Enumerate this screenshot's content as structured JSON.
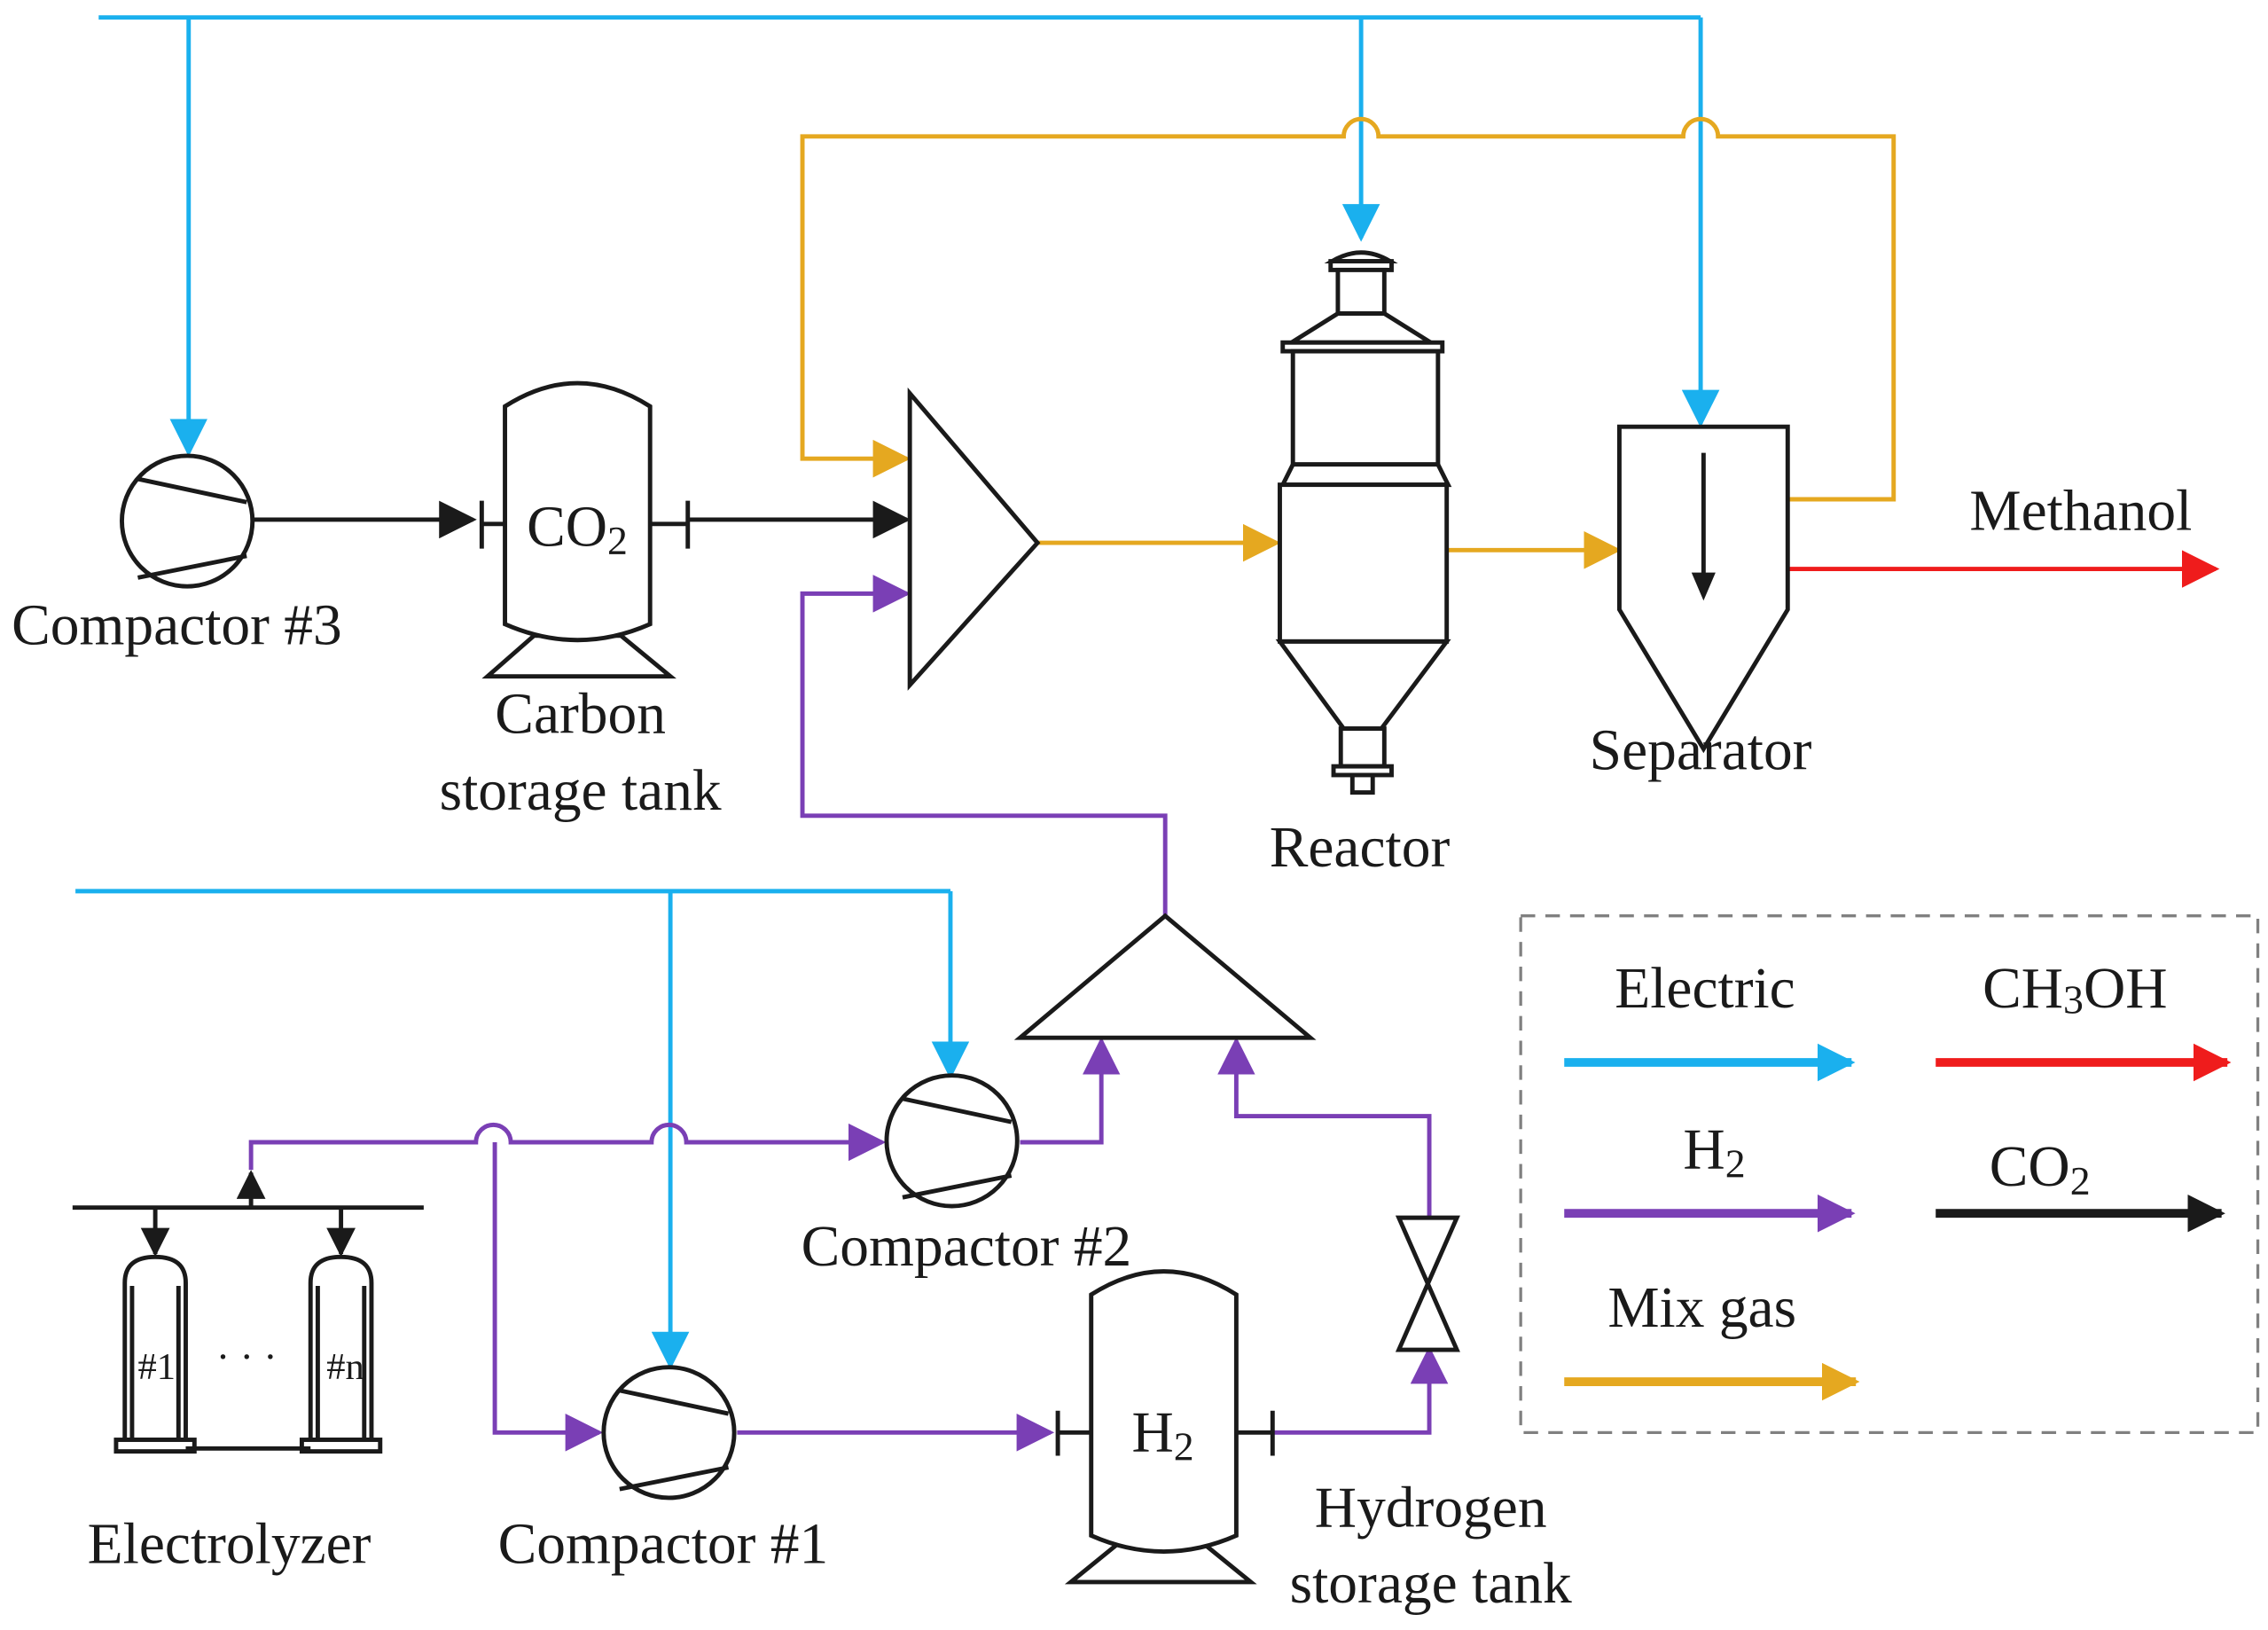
{
  "colors": {
    "electric": "#1ab0ee",
    "h2": "#7a3fb5",
    "mix_gas": "#e5a820",
    "ch3oh": "#ef1c1c",
    "co2": "#1a1a1a",
    "equipment": "#1a1a1a"
  },
  "labels": {
    "compactor3": "Compactor #3",
    "carbon_tank_line1": "Carbon",
    "carbon_tank_line2": "storage tank",
    "co2_tank_formula_main": "CO",
    "co2_tank_formula_sub": "2",
    "reactor": "Reactor",
    "separator": "Separator",
    "methanol": "Methanol",
    "compactor2": "Compactor #2",
    "compactor1": "Compactor #1",
    "electrolyzer": "Electrolyzer",
    "electrolyzer_unit1": "#1",
    "electrolyzer_unitn": "#n",
    "electrolyzer_dots": "· · ·",
    "h2_tank_formula_main": "H",
    "h2_tank_formula_sub": "2",
    "hydrogen_tank_line1": "Hydrogen",
    "hydrogen_tank_line2": "storage tank"
  },
  "legend": {
    "electric": "Electric",
    "ch3oh_a": "CH",
    "ch3oh_sub": "3",
    "ch3oh_b": "OH",
    "h2_main": "H",
    "h2_sub": "2",
    "co2_main": "CO",
    "co2_sub": "2",
    "mix_gas": "Mix gas"
  },
  "icons": [
    "compressor-icon",
    "storage-tank-icon",
    "mixer-icon",
    "reactor-icon",
    "separator-icon",
    "valve-icon",
    "electrolyzer-cell-icon"
  ]
}
